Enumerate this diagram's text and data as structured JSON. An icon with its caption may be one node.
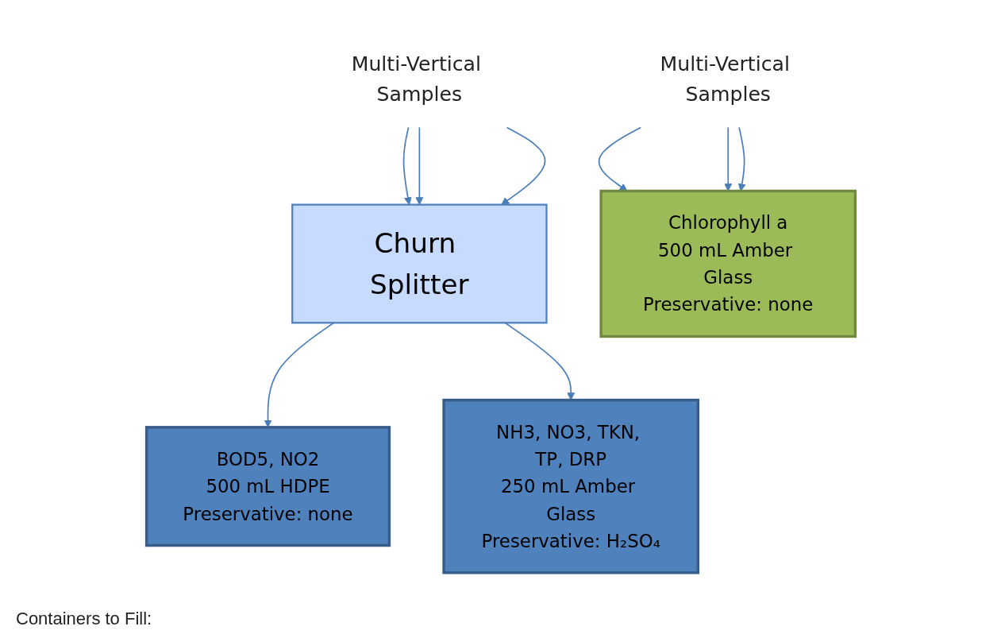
{
  "diagram": {
    "nodes": [
      {
        "text": [
          "Multi-Vertical Samples"
        ]
      },
      {
        "text": [
          "Churn Splitter"
        ]
      },
      {
        "text": [
          "BOD5, NO2",
          "500 mL HDPE",
          "Preservative: none"
        ]
      },
      {
        "text": [
          "NH3, NO3, TKN, TP, DRP",
          "250 mL Amber Glass",
          "Preservative: H₂SO₄"
        ]
      },
      {
        "text": [
          "Multi-Vertical Samples"
        ]
      },
      {
        "text": [
          "Chlorophyll a",
          "500 mL Amber Glass",
          "Preservative: none"
        ]
      }
    ],
    "edges": [
      {
        "from": 0,
        "to": 1,
        "arrow": "to"
      },
      {
        "from": 0,
        "to": 1,
        "arrow": "to"
      },
      {
        "from": 0,
        "to": 1,
        "arrow": "to"
      },
      {
        "from": 1,
        "to": 2,
        "arrow": "to"
      },
      {
        "from": 1,
        "to": 3,
        "arrow": "to"
      },
      {
        "from": 4,
        "to": 5,
        "arrow": "to"
      },
      {
        "from": 4,
        "to": 5,
        "arrow": "to"
      },
      {
        "from": 4,
        "to": 5,
        "arrow": "to"
      }
    ],
    "labels": [
      "Containers to Fill:"
    ]
  }
}
